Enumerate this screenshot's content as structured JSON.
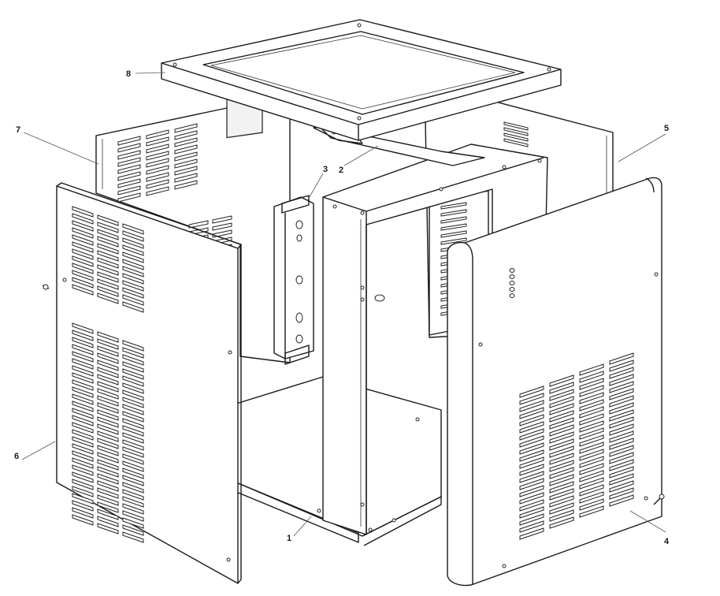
{
  "callouts": {
    "c1": "1",
    "c2": "2",
    "c3": "3",
    "c4": "4",
    "c5": "5",
    "c6": "6",
    "c7": "7",
    "c8": "8"
  },
  "colors": {
    "line": "#1a1a1a",
    "paper": "#ffffff",
    "shade": "#f2f2f2"
  }
}
